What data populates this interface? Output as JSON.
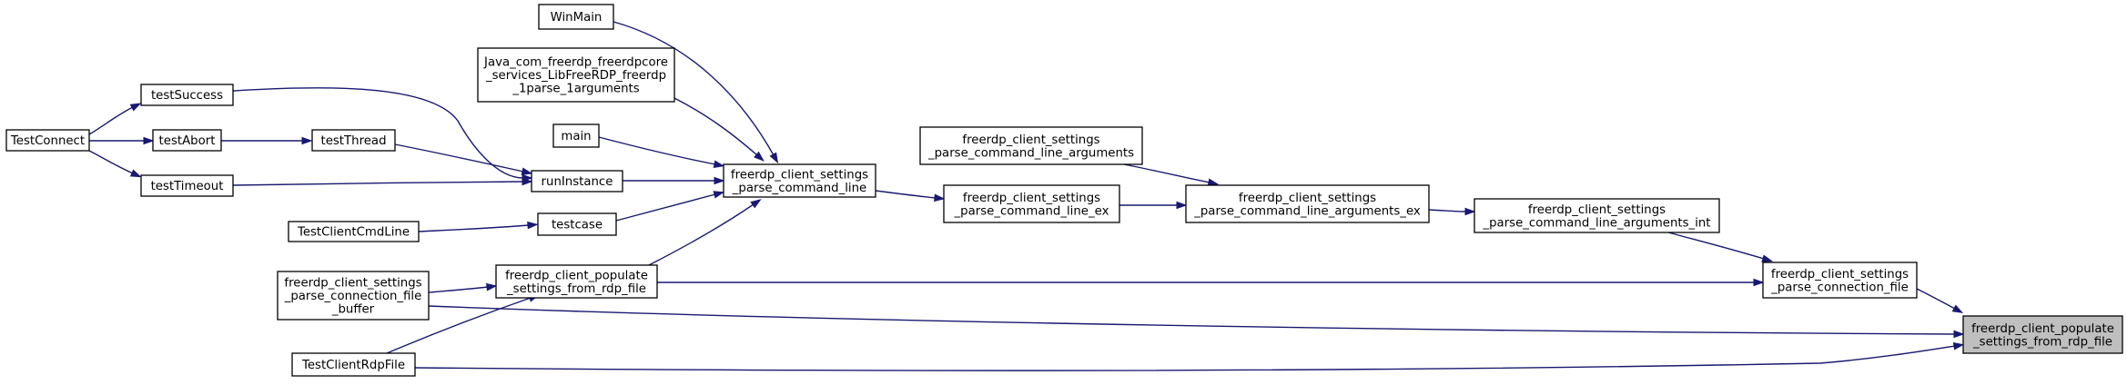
{
  "graph": {
    "focus_node": "freerdp_client_populate_settings_from_rdp_file",
    "colors": {
      "edge": "#191970",
      "node_border": "#000000",
      "focus_fill": "#bfbfbf",
      "node_fill": "#ffffff"
    },
    "nodes": [
      {
        "id": "TestConnect",
        "lines": [
          "TestConnect"
        ]
      },
      {
        "id": "testSuccess",
        "lines": [
          "testSuccess"
        ]
      },
      {
        "id": "testAbort",
        "lines": [
          "testAbort"
        ]
      },
      {
        "id": "testThread",
        "lines": [
          "testThread"
        ]
      },
      {
        "id": "testTimeout",
        "lines": [
          "testTimeout"
        ]
      },
      {
        "id": "WinMain",
        "lines": [
          "WinMain"
        ]
      },
      {
        "id": "java_parse_arguments",
        "lines": [
          "Java_com_freerdp_freerdpcore",
          "_services_LibFreeRDP_freerdp",
          "_1parse_1arguments"
        ]
      },
      {
        "id": "main",
        "lines": [
          "main"
        ]
      },
      {
        "id": "runInstance",
        "lines": [
          "runInstance"
        ]
      },
      {
        "id": "TestClientCmdLine",
        "lines": [
          "TestClientCmdLine"
        ]
      },
      {
        "id": "testcase",
        "lines": [
          "testcase"
        ]
      },
      {
        "id": "parse_connection_file_buffer",
        "lines": [
          "freerdp_client_settings",
          "_parse_connection_file",
          "_buffer"
        ]
      },
      {
        "id": "populate_settings_from_rdp_file",
        "lines": [
          "freerdp_client_populate",
          "_settings_from_rdp_file"
        ]
      },
      {
        "id": "TestClientRdpFile",
        "lines": [
          "TestClientRdpFile"
        ]
      },
      {
        "id": "parse_command_line",
        "lines": [
          "freerdp_client_settings",
          "_parse_command_line"
        ]
      },
      {
        "id": "parse_command_line_arguments",
        "lines": [
          "freerdp_client_settings",
          "_parse_command_line_arguments"
        ]
      },
      {
        "id": "parse_command_line_ex",
        "lines": [
          "freerdp_client_settings",
          "_parse_command_line_ex"
        ]
      },
      {
        "id": "parse_command_line_arguments_ex",
        "lines": [
          "freerdp_client_settings",
          "_parse_command_line_arguments_ex"
        ]
      },
      {
        "id": "parse_command_line_arguments_int",
        "lines": [
          "freerdp_client_settings",
          "_parse_command_line_arguments_int"
        ]
      },
      {
        "id": "parse_connection_file",
        "lines": [
          "freerdp_client_settings",
          "_parse_connection_file"
        ]
      },
      {
        "id": "focus",
        "lines": [
          "freerdp_client_populate",
          "_settings_from_rdp_file"
        ]
      }
    ],
    "edges": [
      {
        "from": "testSuccess",
        "to": "TestConnect"
      },
      {
        "from": "testAbort",
        "to": "TestConnect"
      },
      {
        "from": "testTimeout",
        "to": "TestConnect"
      },
      {
        "from": "testThread",
        "to": "testAbort"
      },
      {
        "from": "runInstance",
        "to": "testSuccess"
      },
      {
        "from": "runInstance",
        "to": "testThread"
      },
      {
        "from": "runInstance",
        "to": "testTimeout"
      },
      {
        "from": "testcase",
        "to": "TestClientCmdLine"
      },
      {
        "from": "parse_command_line",
        "to": "WinMain"
      },
      {
        "from": "parse_command_line",
        "to": "java_parse_arguments"
      },
      {
        "from": "parse_command_line",
        "to": "main"
      },
      {
        "from": "parse_command_line",
        "to": "runInstance"
      },
      {
        "from": "parse_command_line",
        "to": "testcase"
      },
      {
        "from": "parse_command_line",
        "to": "populate_settings_from_rdp_file"
      },
      {
        "from": "parse_command_line_ex",
        "to": "parse_command_line"
      },
      {
        "from": "parse_command_line_arguments_ex",
        "to": "parse_command_line_ex"
      },
      {
        "from": "parse_command_line_arguments_ex",
        "to": "parse_command_line_arguments"
      },
      {
        "from": "parse_command_line_arguments_int",
        "to": "parse_command_line_arguments_ex"
      },
      {
        "from": "parse_connection_file",
        "to": "parse_command_line_arguments_int"
      },
      {
        "from": "parse_connection_file",
        "to": "populate_settings_from_rdp_file"
      },
      {
        "from": "populate_settings_from_rdp_file",
        "to": "parse_connection_file_buffer"
      },
      {
        "from": "populate_settings_from_rdp_file",
        "to": "TestClientRdpFile"
      },
      {
        "from": "focus",
        "to": "parse_connection_file"
      },
      {
        "from": "focus",
        "to": "parse_connection_file_buffer"
      },
      {
        "from": "focus",
        "to": "TestClientRdpFile"
      }
    ]
  }
}
